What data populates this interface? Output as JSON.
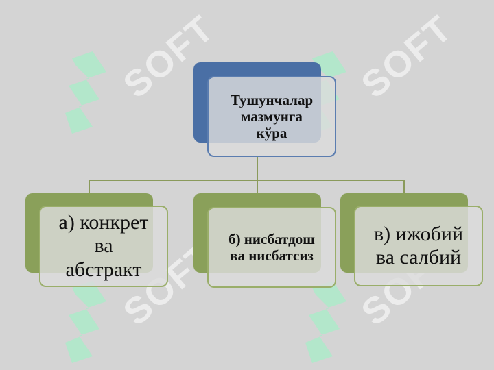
{
  "diagram": {
    "root": {
      "label": "Тушунчалар\nмазмунга\nкўра"
    },
    "children": [
      {
        "label": "а) конкрет\nва\nабстракт"
      },
      {
        "label": "б) нисбатдош\nва нисбатсиз"
      },
      {
        "label": "в) ижобий\nва салбий"
      }
    ]
  },
  "watermark": {
    "text": "SOFT"
  },
  "colors": {
    "root_accent": "#4a6fa5",
    "child_accent": "#8aa05a",
    "connector": "#8a9a5b",
    "background": "#d4d4d4"
  }
}
